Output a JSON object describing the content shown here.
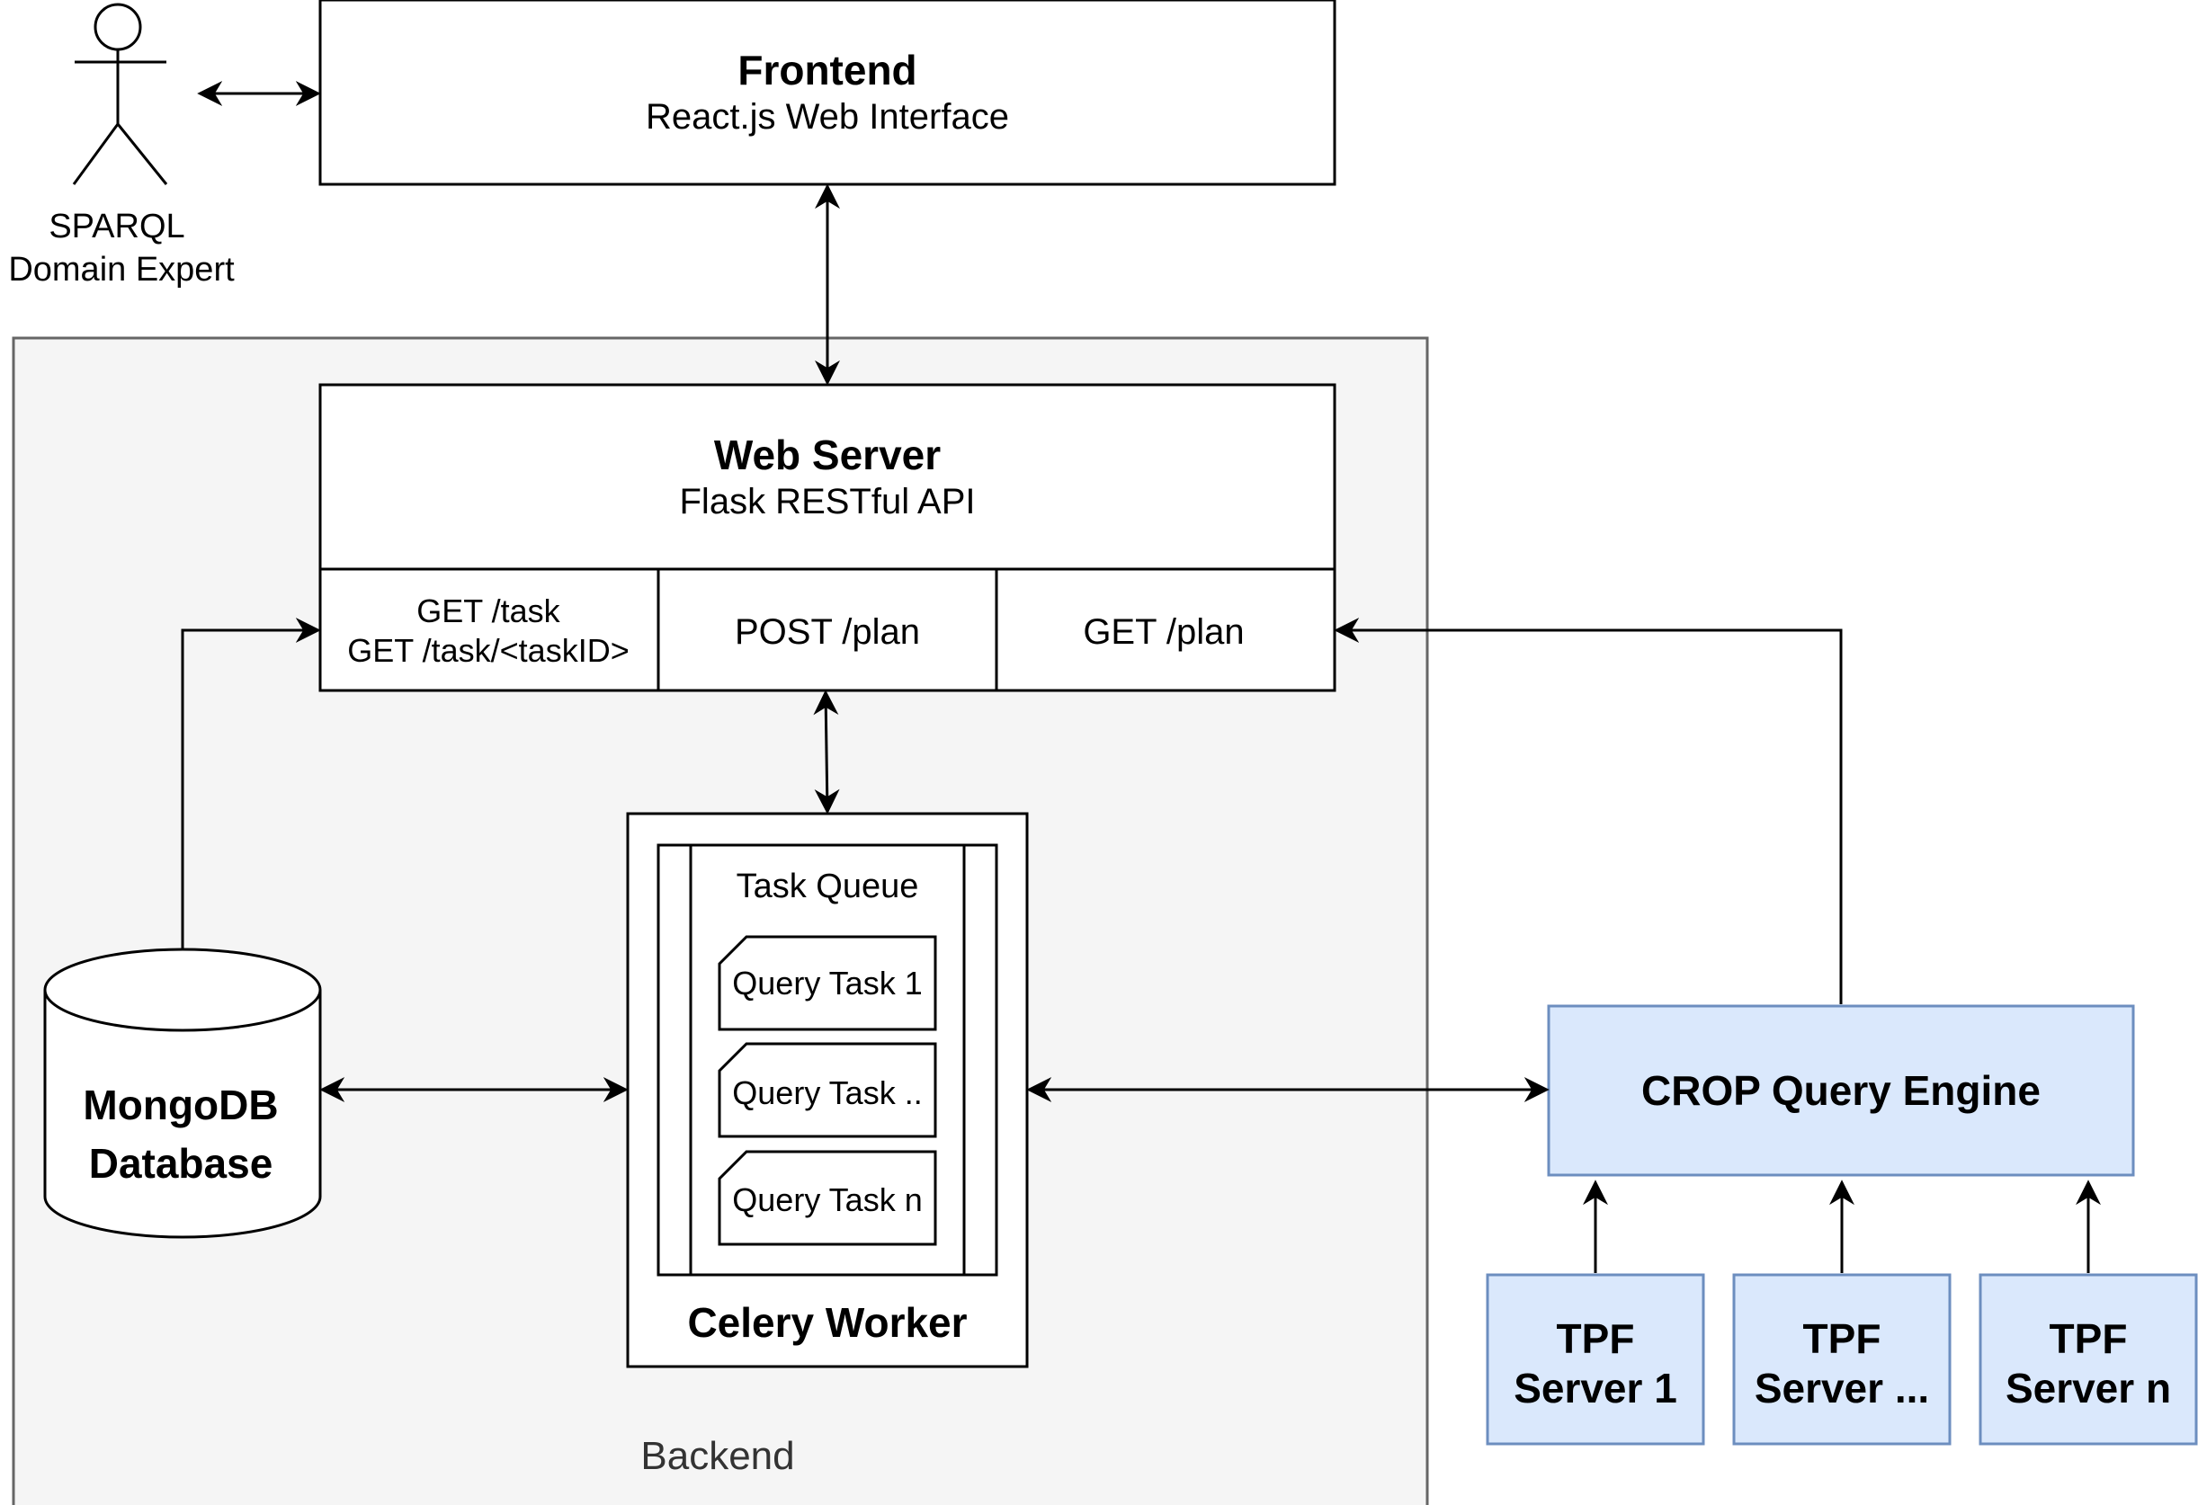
{
  "actor": {
    "line1": "SPARQL",
    "line2": "Domain Expert"
  },
  "frontend": {
    "title": "Frontend",
    "subtitle": "React.js Web Interface"
  },
  "backend": {
    "label": "Backend"
  },
  "web_server": {
    "title": "Web Server",
    "subtitle": "Flask RESTful API",
    "endpoints": {
      "get_task_line1": "GET /task",
      "get_task_line2": "GET /task/<taskID>",
      "post_plan": "POST /plan",
      "get_plan": "GET /plan"
    }
  },
  "celery": {
    "title": "Celery Worker",
    "queue_label": "Task Queue",
    "tasks": [
      "Query Task 1",
      "Query Task ..",
      "Query Task n"
    ]
  },
  "database": {
    "line1": "MongoDB",
    "line2": "Database"
  },
  "engine": {
    "label": "CROP Query Engine"
  },
  "tpf_servers": [
    {
      "line1": "TPF",
      "line2": "Server 1"
    },
    {
      "line1": "TPF",
      "line2": "Server ..."
    },
    {
      "line1": "TPF",
      "line2": "Server n"
    }
  ],
  "colors": {
    "stroke": "#000000",
    "backend_fill": "#f5f5f5",
    "backend_stroke": "#666666",
    "blue_fill": "#dae8fc",
    "blue_stroke": "#6c8ebf"
  }
}
